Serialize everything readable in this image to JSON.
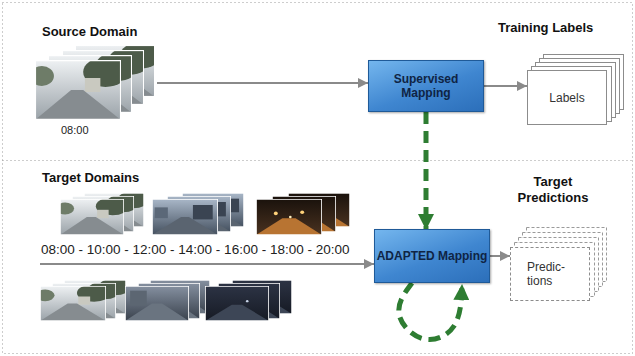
{
  "diagram": {
    "nodes": [
      {
        "text": [
          "Source Domain",
          "08:00"
        ]
      },
      {
        "text": [
          "Supervised Mapping"
        ]
      },
      {
        "text": [
          "Training Labels",
          "Labels"
        ]
      },
      {
        "text": [
          "Target Domains",
          "08:00 - 10:00 - 12:00 - 14:00 - 16:00 - 18:00 - 20:00"
        ]
      },
      {
        "text": [
          "ADAPTED Mapping"
        ]
      },
      {
        "text": [
          "Target Predictions",
          "Predic- tions"
        ]
      }
    ],
    "edges": [
      {
        "from": 0,
        "to": 1,
        "arrow": "to"
      },
      {
        "from": 1,
        "to": 2,
        "arrow": "to"
      },
      {
        "from": 1,
        "to": 4,
        "arrow": "to"
      },
      {
        "from": 3,
        "to": 4,
        "arrow": "to"
      },
      {
        "from": 4,
        "to": 5,
        "arrow": "to"
      },
      {
        "from": 4,
        "to": 4,
        "arrow": "to"
      }
    ]
  }
}
